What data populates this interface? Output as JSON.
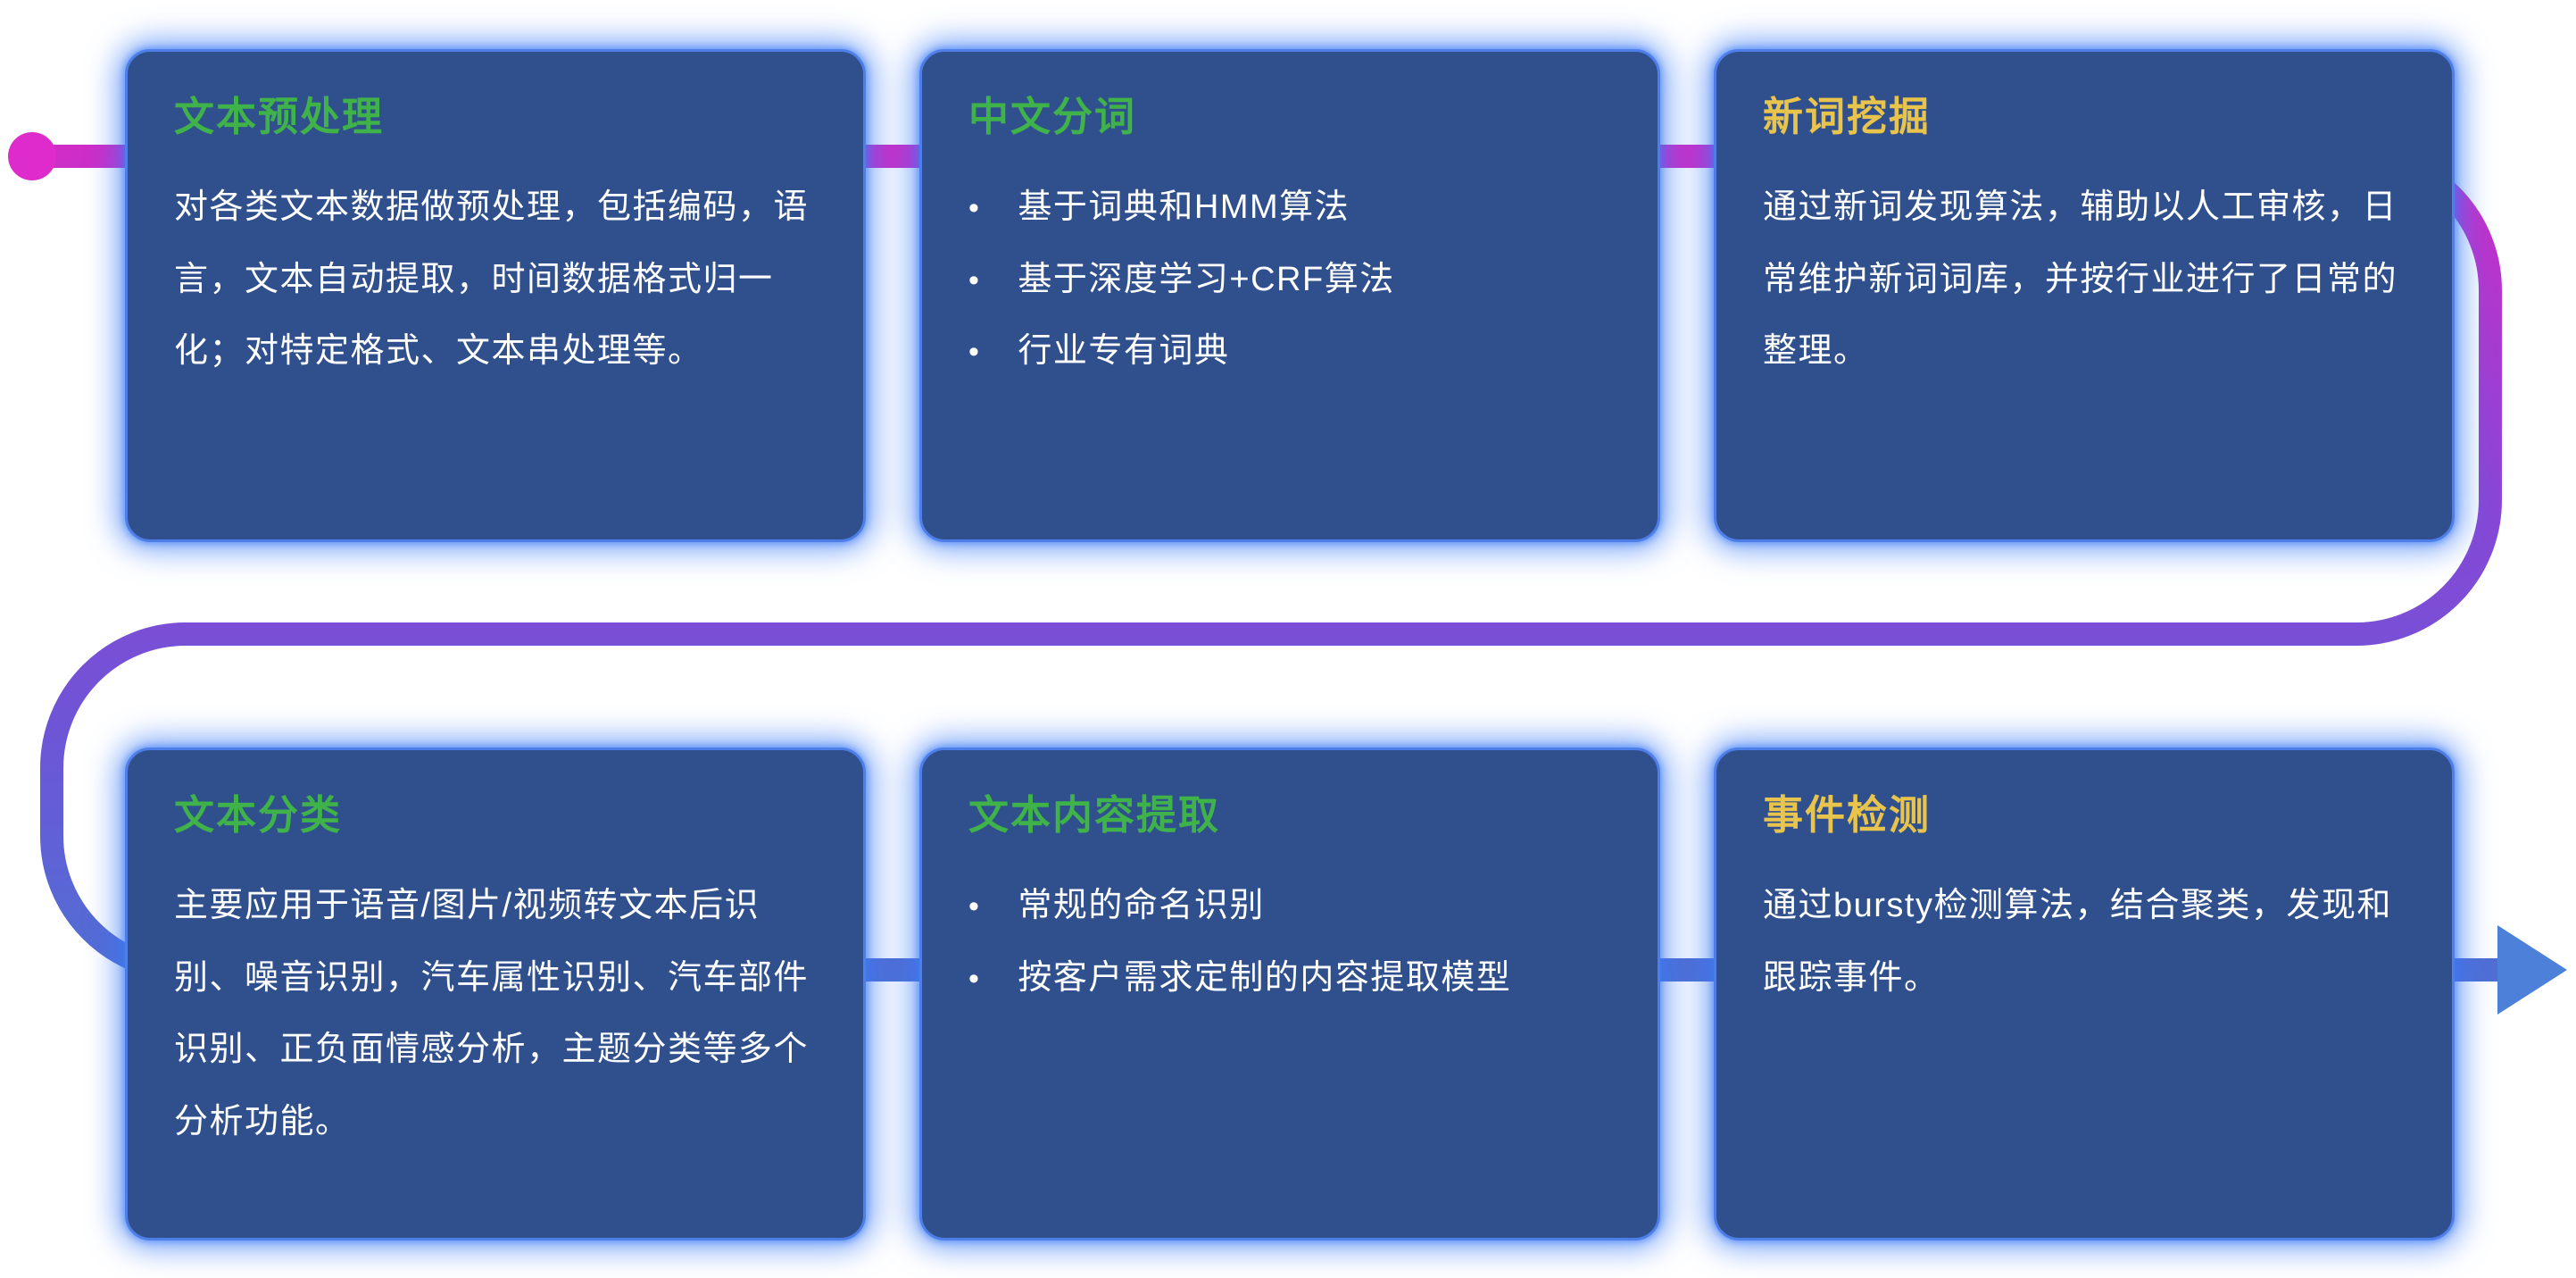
{
  "colors": {
    "card_bg": "#30508D",
    "card_border": "#4E7FE8",
    "card_glow": "#3A7AF5",
    "title_green": "#3FB24A",
    "title_yellow": "#E8C44C",
    "body_text": "#FFFFFF",
    "flow_magenta": "#D62AC6",
    "flow_purple": "#8A46D6",
    "flow_blue": "#4A74D4",
    "arrow_blue": "#4D80D8",
    "dot_magenta": "#DD2CCB"
  },
  "flow": {
    "start_marker": "magenta-dot",
    "end_marker": "blue-arrow-right",
    "direction": "top row left-to-right, curve down on right, back across, bottom row left-to-right"
  },
  "cards": [
    {
      "id": "text-preprocessing",
      "title": "文本预处理",
      "title_color": "green",
      "type": "paragraph",
      "body": "对各类文本数据做预处理，包括编码，语言，文本自动提取，时间数据格式归一化；对特定格式、文本串处理等。"
    },
    {
      "id": "chinese-word-segmentation",
      "title": "中文分词",
      "title_color": "green",
      "type": "bullets",
      "bullets": [
        "基于词典和HMM算法",
        "基于深度学习+CRF算法",
        "行业专有词典"
      ]
    },
    {
      "id": "new-word-mining",
      "title": "新词挖掘",
      "title_color": "yellow",
      "type": "paragraph",
      "body": "通过新词发现算法，辅助以人工审核，日常维护新词词库，并按行业进行了日常的整理。"
    },
    {
      "id": "text-classification",
      "title": "文本分类",
      "title_color": "green",
      "type": "paragraph",
      "body": "主要应用于语音/图片/视频转文本后识别、噪音识别，汽车属性识别、汽车部件识别、正负面情感分析，主题分类等多个分析功能。"
    },
    {
      "id": "text-content-extraction",
      "title": "文本内容提取",
      "title_color": "green",
      "type": "bullets",
      "bullets": [
        "常规的命名识别",
        "按客户需求定制的内容提取模型"
      ]
    },
    {
      "id": "event-detection",
      "title": "事件检测",
      "title_color": "yellow",
      "type": "paragraph",
      "body": "通过bursty检测算法，结合聚类，发现和跟踪事件。"
    }
  ]
}
